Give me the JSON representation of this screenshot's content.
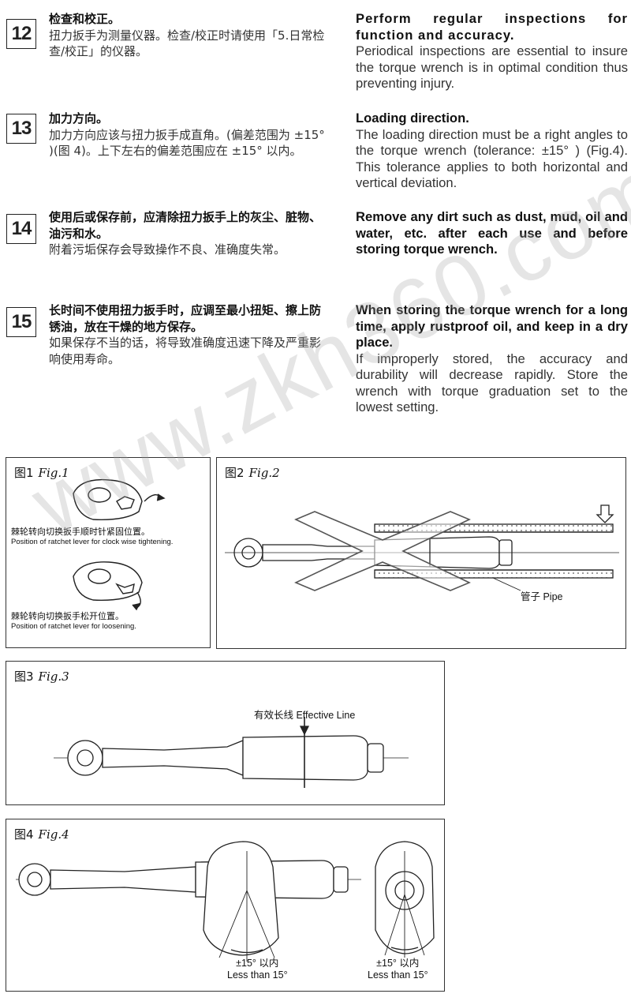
{
  "sections": [
    {
      "number": "12",
      "zh_title": "检查和校正。",
      "zh_body": "扭力扳手为测量仪器。检查/校正时请使用「5.日常检查/校正」的仪器。",
      "en_title": "Perform regular inspections for function and accuracy.",
      "en_body": "Periodical inspections are essential to insure the torque wrench is in optimal condition thus preventing injury."
    },
    {
      "number": "13",
      "zh_title": "加力方向。",
      "zh_body": "加力方向应该与扭力扳手成直角。(偏差范围为 ±15° )(图 4)。上下左右的偏差范围应在 ±15° 以内。",
      "en_title": "Loading direction.",
      "en_body": "The loading direction must be a right angles to the torque wrench (tolerance: ±15° ) (Fig.4). This tolerance applies to both horizontal and vertical deviation."
    },
    {
      "number": "14",
      "zh_title": "使用后或保存前，应清除扭力扳手上的灰尘、脏物、油污和水。",
      "zh_body": "附着污垢保存会导致操作不良、准确度失常。",
      "en_title": "Remove any dirt such as dust, mud, oil and water, etc. after each use and before storing torque wrench.",
      "en_body": ""
    },
    {
      "number": "15",
      "zh_title": "长时间不使用扭力扳手时，应调至最小扭矩、擦上防锈油，放在干燥的地方保存。",
      "zh_body": "如果保存不当的话，将导致准确度迅速下降及严重影响使用寿命。",
      "en_title": "When storing the torque wrench for a long time, apply rustproof oil, and keep in a dry place.",
      "en_body": "If improperly stored, the accuracy and durability will decrease rapidly. Store the wrench with torque graduation set to the lowest setting."
    }
  ],
  "figures": {
    "fig1": {
      "label_zh": "图1",
      "label_en": "Fig.1",
      "cap1_zh": "棘轮转向切换扳手顺时针紧固位置。",
      "cap1_en": "Position of ratchet lever for clock wise tightening.",
      "cap2_zh": "棘轮转向切换扳手松开位置。",
      "cap2_en": "Position of ratchet lever for loosening."
    },
    "fig2": {
      "label_zh": "图2",
      "label_en": "Fig.2",
      "pipe": "管子  Pipe"
    },
    "fig3": {
      "label_zh": "图3",
      "label_en": "Fig.3",
      "effective_line": "有效长线  Effective Line"
    },
    "fig4": {
      "label_zh": "图4",
      "label_en": "Fig.4",
      "tol1_zh": "±15°  以内",
      "tol1_en": "Less than 15°",
      "tol2_zh": "±15°  以内",
      "tol2_en": "Less than 15°"
    }
  },
  "watermark": "www.zkh360.com"
}
